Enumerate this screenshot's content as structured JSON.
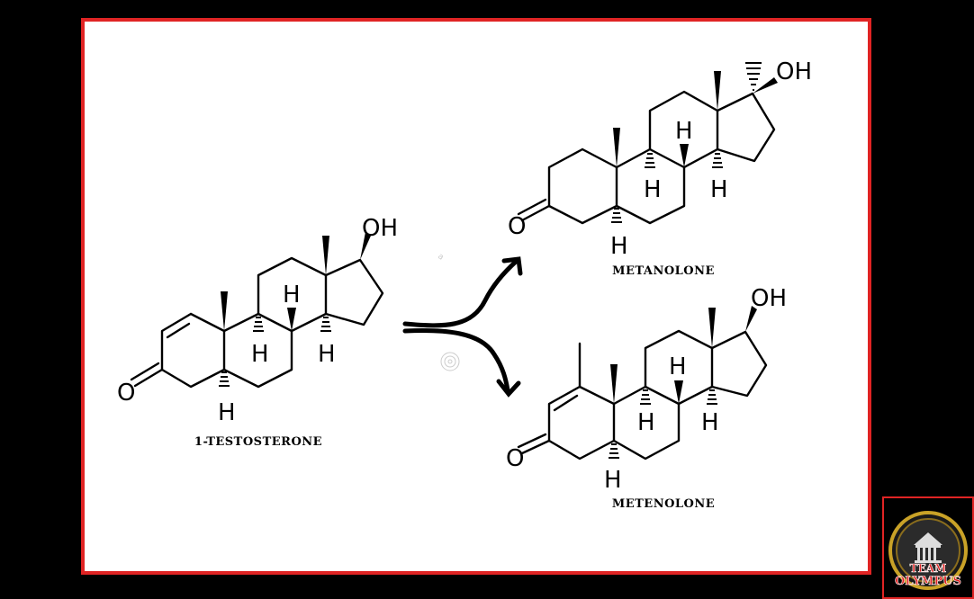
{
  "compounds": {
    "source": {
      "name": "1-TESTOSTERONE"
    },
    "product_top": {
      "name": "METANOLONE"
    },
    "product_bottom": {
      "name": "METENOLONE"
    }
  },
  "atom_labels": {
    "hydroxyl": "OH",
    "oxygen": "O",
    "hydrogen": "H"
  },
  "logo": {
    "line1": "TEAM",
    "line2": "OLYMPUS"
  },
  "colors": {
    "border": "#e02424",
    "background": "#000000",
    "panel": "#ffffff"
  }
}
